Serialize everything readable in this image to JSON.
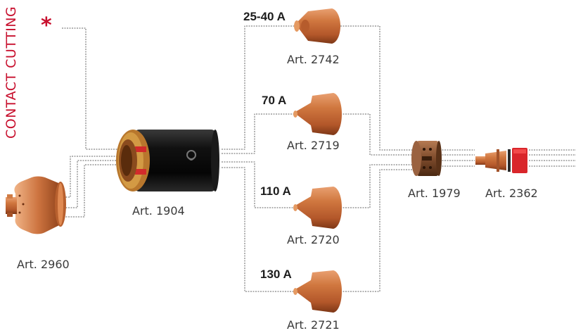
{
  "title": {
    "vertical_label": "CONTACT CUTTING",
    "marker": "*"
  },
  "parts": {
    "shield": {
      "label": "Art. 2960"
    },
    "body": {
      "label": "Art. 1904"
    },
    "nozzle_25_40": {
      "label": "Art. 2742",
      "current": "25-40 A"
    },
    "nozzle_70": {
      "label": "Art. 2719",
      "current": "70 A"
    },
    "nozzle_110": {
      "label": "Art. 2720",
      "current": "110 A"
    },
    "nozzle_130": {
      "label": "Art. 2721",
      "current": "130 A"
    },
    "swirl_ring": {
      "label": "Art. 1979"
    },
    "electrode": {
      "label": "Art. 2362"
    }
  },
  "colors": {
    "accent_red": "#c8102e",
    "copper": "#c26a34",
    "black_body": "#111111",
    "wire": "#555555"
  }
}
